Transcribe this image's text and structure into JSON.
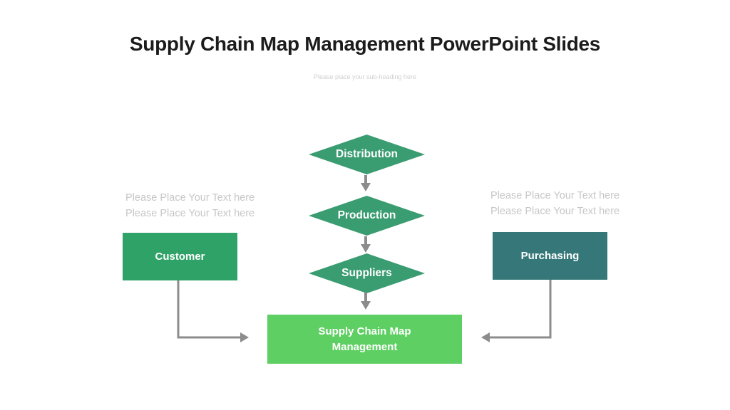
{
  "slide": {
    "title": "Supply Chain Map Management PowerPoint Slides",
    "subheading": "Please place your sub-heading here"
  },
  "flow": {
    "diamonds": [
      {
        "label": "Distribution"
      },
      {
        "label": "Production"
      },
      {
        "label": "Suppliers"
      }
    ]
  },
  "boxes": {
    "customer": {
      "label": "Customer"
    },
    "purchasing": {
      "label": "Purchasing"
    },
    "result": {
      "label": "Supply Chain  Map\nManagement"
    }
  },
  "placeholders": {
    "left": {
      "line1": "Please Place Your Text here",
      "line2": "Please Place Your Text here"
    },
    "right": {
      "line1": "Please Place Your Text here",
      "line2": "Please Place Your Text here"
    }
  },
  "colors": {
    "title_black": "#1c1c1c",
    "subheading_gray": "#cfcfcf",
    "placeholder_gray": "#c7c7c7",
    "diamond_green": "#3a9c71",
    "customer_green": "#2fa268",
    "purchasing_teal": "#36787a",
    "result_green": "#5ecf62",
    "arrow_gray": "#8c8c8c"
  }
}
